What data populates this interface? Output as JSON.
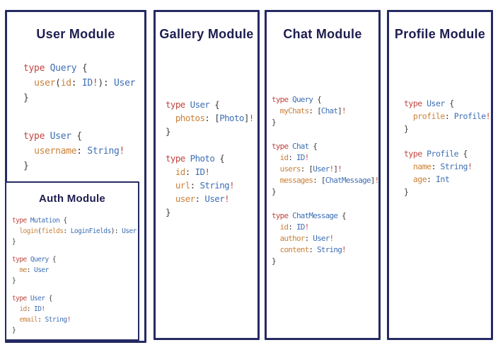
{
  "colors": {
    "border_navy": "#252a63",
    "title_navy": "#1d1d4f",
    "keyword_red": "#bf4640",
    "type_blue": "#3d6eb4",
    "field_orange": "#cb8138",
    "punct_gray": "#3c3c3c"
  },
  "modules": {
    "user": {
      "title": "User Module",
      "code": [
        [
          [
            [
              "kw",
              "type "
            ],
            [
              "typ",
              "Query "
            ],
            [
              "pun",
              "{"
            ]
          ],
          [
            [
              "pun",
              "  "
            ],
            [
              "fld",
              "user"
            ],
            [
              "pun",
              "("
            ],
            [
              "fld",
              "id"
            ],
            [
              "pun",
              ": "
            ],
            [
              "typ",
              "ID"
            ],
            [
              "kw",
              "!"
            ],
            [
              "pun",
              "): "
            ],
            [
              "typ",
              "User"
            ]
          ],
          [
            [
              "pun",
              "}"
            ]
          ]
        ],
        [
          [
            [
              "kw",
              "type "
            ],
            [
              "typ",
              "User "
            ],
            [
              "pun",
              "{"
            ]
          ],
          [
            [
              "pun",
              "  "
            ],
            [
              "fld",
              "username"
            ],
            [
              "pun",
              ": "
            ],
            [
              "typ",
              "String"
            ],
            [
              "kw",
              "!"
            ]
          ],
          [
            [
              "pun",
              "}"
            ]
          ]
        ]
      ]
    },
    "gallery": {
      "title": "Gallery Module",
      "code": [
        [
          [
            [
              "kw",
              "type "
            ],
            [
              "typ",
              "User "
            ],
            [
              "pun",
              "{"
            ]
          ],
          [
            [
              "pun",
              "  "
            ],
            [
              "fld",
              "photos"
            ],
            [
              "pun",
              ": ["
            ],
            [
              "typ",
              "Photo"
            ],
            [
              "pun",
              "]"
            ],
            [
              "kw",
              "!"
            ]
          ],
          [
            [
              "pun",
              "}"
            ]
          ]
        ],
        [
          [
            [
              "kw",
              "type "
            ],
            [
              "typ",
              "Photo "
            ],
            [
              "pun",
              "{"
            ]
          ],
          [
            [
              "pun",
              "  "
            ],
            [
              "fld",
              "id"
            ],
            [
              "pun",
              ": "
            ],
            [
              "typ",
              "ID"
            ],
            [
              "kw",
              "!"
            ]
          ],
          [
            [
              "pun",
              "  "
            ],
            [
              "fld",
              "url"
            ],
            [
              "pun",
              ": "
            ],
            [
              "typ",
              "String"
            ],
            [
              "kw",
              "!"
            ]
          ],
          [
            [
              "pun",
              "  "
            ],
            [
              "fld",
              "user"
            ],
            [
              "pun",
              ": "
            ],
            [
              "typ",
              "User"
            ],
            [
              "kw",
              "!"
            ]
          ],
          [
            [
              "pun",
              "}"
            ]
          ]
        ]
      ]
    },
    "chat": {
      "title": "Chat Module",
      "code": [
        [
          [
            [
              "kw",
              "type "
            ],
            [
              "typ",
              "Query "
            ],
            [
              "pun",
              "{"
            ]
          ],
          [
            [
              "pun",
              "  "
            ],
            [
              "fld",
              "myChats"
            ],
            [
              "pun",
              ": ["
            ],
            [
              "typ",
              "Chat"
            ],
            [
              "pun",
              "]"
            ],
            [
              "kw",
              "!"
            ]
          ],
          [
            [
              "pun",
              "}"
            ]
          ]
        ],
        [
          [
            [
              "kw",
              "type "
            ],
            [
              "typ",
              "Chat "
            ],
            [
              "pun",
              "{"
            ]
          ],
          [
            [
              "pun",
              "  "
            ],
            [
              "fld",
              "id"
            ],
            [
              "pun",
              ": "
            ],
            [
              "typ",
              "ID"
            ],
            [
              "kw",
              "!"
            ]
          ],
          [
            [
              "pun",
              "  "
            ],
            [
              "fld",
              "users"
            ],
            [
              "pun",
              ": ["
            ],
            [
              "typ",
              "User"
            ],
            [
              "kw",
              "!"
            ],
            [
              "pun",
              "]"
            ],
            [
              "kw",
              "!"
            ]
          ],
          [
            [
              "pun",
              "  "
            ],
            [
              "fld",
              "messages"
            ],
            [
              "pun",
              ": ["
            ],
            [
              "typ",
              "ChatMessage"
            ],
            [
              "pun",
              "]"
            ],
            [
              "kw",
              "!"
            ]
          ],
          [
            [
              "pun",
              "}"
            ]
          ]
        ],
        [
          [
            [
              "kw",
              "type "
            ],
            [
              "typ",
              "ChatMessage "
            ],
            [
              "pun",
              "{"
            ]
          ],
          [
            [
              "pun",
              "  "
            ],
            [
              "fld",
              "id"
            ],
            [
              "pun",
              ": "
            ],
            [
              "typ",
              "ID"
            ],
            [
              "kw",
              "!"
            ]
          ],
          [
            [
              "pun",
              "  "
            ],
            [
              "fld",
              "author"
            ],
            [
              "pun",
              ": "
            ],
            [
              "typ",
              "User"
            ],
            [
              "kw",
              "!"
            ]
          ],
          [
            [
              "pun",
              "  "
            ],
            [
              "fld",
              "content"
            ],
            [
              "pun",
              ": "
            ],
            [
              "typ",
              "String"
            ],
            [
              "kw",
              "!"
            ]
          ],
          [
            [
              "pun",
              "}"
            ]
          ]
        ]
      ]
    },
    "profile": {
      "title": "Profile Module",
      "code": [
        [
          [
            [
              "kw",
              "type "
            ],
            [
              "typ",
              "User "
            ],
            [
              "pun",
              "{"
            ]
          ],
          [
            [
              "pun",
              "  "
            ],
            [
              "fld",
              "profile"
            ],
            [
              "pun",
              ": "
            ],
            [
              "typ",
              "Profile"
            ],
            [
              "kw",
              "!"
            ]
          ],
          [
            [
              "pun",
              "}"
            ]
          ]
        ],
        [
          [
            [
              "kw",
              "type "
            ],
            [
              "typ",
              "Profile "
            ],
            [
              "pun",
              "{"
            ]
          ],
          [
            [
              "pun",
              "  "
            ],
            [
              "fld",
              "name"
            ],
            [
              "pun",
              ": "
            ],
            [
              "typ",
              "String"
            ],
            [
              "kw",
              "!"
            ]
          ],
          [
            [
              "pun",
              "  "
            ],
            [
              "fld",
              "age"
            ],
            [
              "pun",
              ": "
            ],
            [
              "typ",
              "Int"
            ]
          ],
          [
            [
              "pun",
              "}"
            ]
          ]
        ]
      ]
    },
    "auth": {
      "title": "Auth Module",
      "code": [
        [
          [
            [
              "kw",
              "type "
            ],
            [
              "typ",
              "Mutation "
            ],
            [
              "pun",
              "{"
            ]
          ],
          [
            [
              "pun",
              "  "
            ],
            [
              "fld",
              "login"
            ],
            [
              "pun",
              "("
            ],
            [
              "fld",
              "fields"
            ],
            [
              "pun",
              ": "
            ],
            [
              "typ",
              "LoginFields"
            ],
            [
              "pun",
              "): "
            ],
            [
              "typ",
              "User"
            ]
          ],
          [
            [
              "pun",
              "}"
            ]
          ]
        ],
        [
          [
            [
              "kw",
              "type "
            ],
            [
              "typ",
              "Query "
            ],
            [
              "pun",
              "{"
            ]
          ],
          [
            [
              "pun",
              "  "
            ],
            [
              "fld",
              "me"
            ],
            [
              "pun",
              ": "
            ],
            [
              "typ",
              "User"
            ]
          ],
          [
            [
              "pun",
              "}"
            ]
          ]
        ],
        [
          [
            [
              "kw",
              "type "
            ],
            [
              "typ",
              "User "
            ],
            [
              "pun",
              "{"
            ]
          ],
          [
            [
              "pun",
              "  "
            ],
            [
              "fld",
              "id"
            ],
            [
              "pun",
              ": "
            ],
            [
              "typ",
              "ID"
            ],
            [
              "kw",
              "!"
            ]
          ],
          [
            [
              "pun",
              "  "
            ],
            [
              "fld",
              "email"
            ],
            [
              "pun",
              ": "
            ],
            [
              "typ",
              "String"
            ],
            [
              "kw",
              "!"
            ]
          ],
          [
            [
              "pun",
              "}"
            ]
          ]
        ]
      ]
    }
  }
}
